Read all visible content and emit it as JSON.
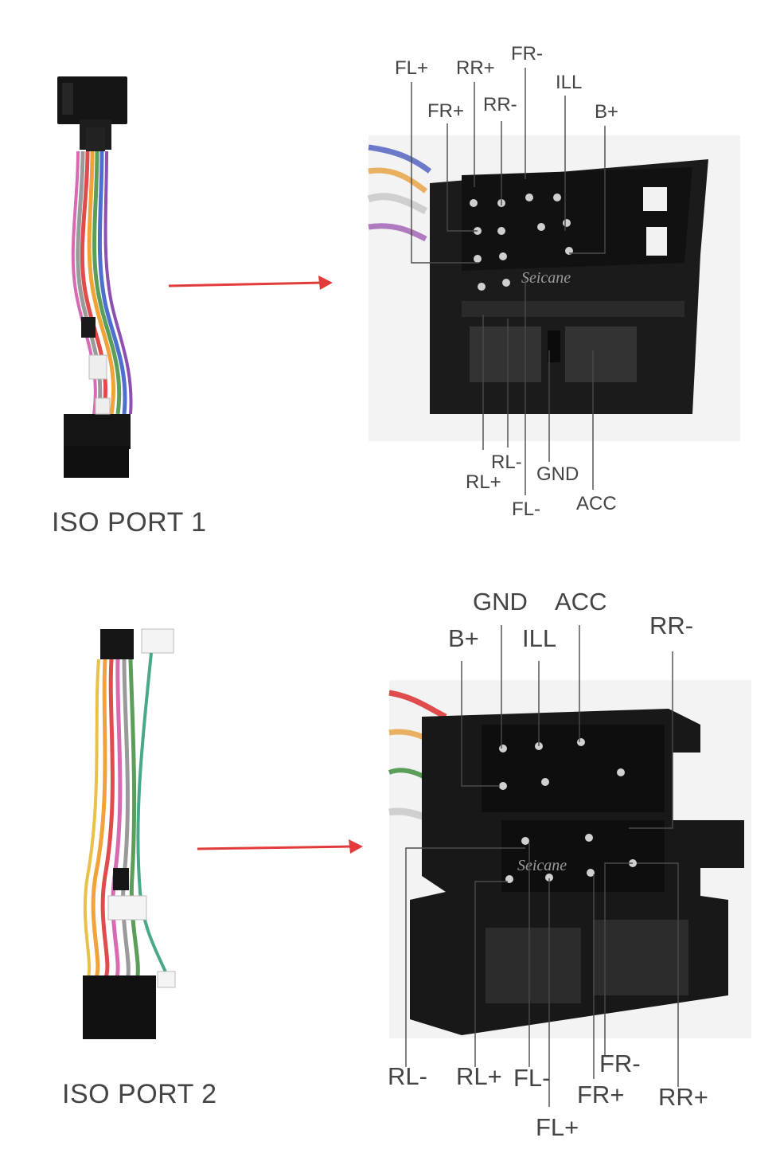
{
  "ports": [
    {
      "caption": "ISO PORT 1",
      "watermark": "Seicane",
      "pins": [
        {
          "label": "FL+"
        },
        {
          "label": "RR+"
        },
        {
          "label": "FR-"
        },
        {
          "label": "ILL"
        },
        {
          "label": "FR+"
        },
        {
          "label": "RR-"
        },
        {
          "label": "B+"
        },
        {
          "label": "RL+"
        },
        {
          "label": "RL-"
        },
        {
          "label": "GND"
        },
        {
          "label": "FL-"
        },
        {
          "label": "ACC"
        }
      ]
    },
    {
      "caption": "ISO PORT 2",
      "watermark": "Seicane",
      "pins": [
        {
          "label": "GND"
        },
        {
          "label": "ACC"
        },
        {
          "label": "B+"
        },
        {
          "label": "ILL"
        },
        {
          "label": "RR-"
        },
        {
          "label": "RL-"
        },
        {
          "label": "RL+"
        },
        {
          "label": "FL-"
        },
        {
          "label": "FR-"
        },
        {
          "label": "FR+"
        },
        {
          "label": "RR+"
        },
        {
          "label": "FL+"
        }
      ]
    }
  ],
  "arrow_color": "#e23b3b",
  "leader_color": "#4a4a4a"
}
